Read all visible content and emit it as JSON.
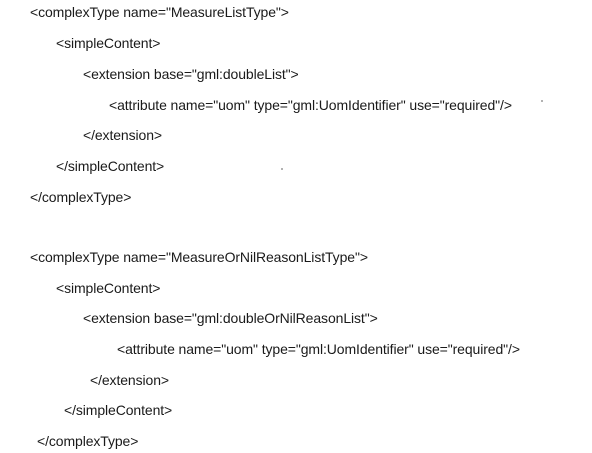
{
  "document": {
    "block1": {
      "open": "<complexType name=\"MeasureListType\">",
      "simple_open": "<simpleContent>",
      "ext_open": "<extension base=\"gml:doubleList\">",
      "attribute": "<attribute name=\"uom\" type=\"gml:UomIdentifier\" use=\"required\"/>",
      "ext_close": "</extension>",
      "simple_close": "</simpleContent>",
      "close": "</complexType>"
    },
    "block2": {
      "open": "<complexType name=\"MeasureOrNilReasonListType\">",
      "simple_open": "<simpleContent>",
      "ext_open": "<extension base=\"gml:doubleOrNilReasonList\">",
      "attribute": "<attribute name=\"uom\" type=\"gml:UomIdentifier\" use=\"required\"/>",
      "ext_close": "</extension>",
      "simple_close": "</simpleContent>",
      "close": "</complexType>"
    }
  }
}
